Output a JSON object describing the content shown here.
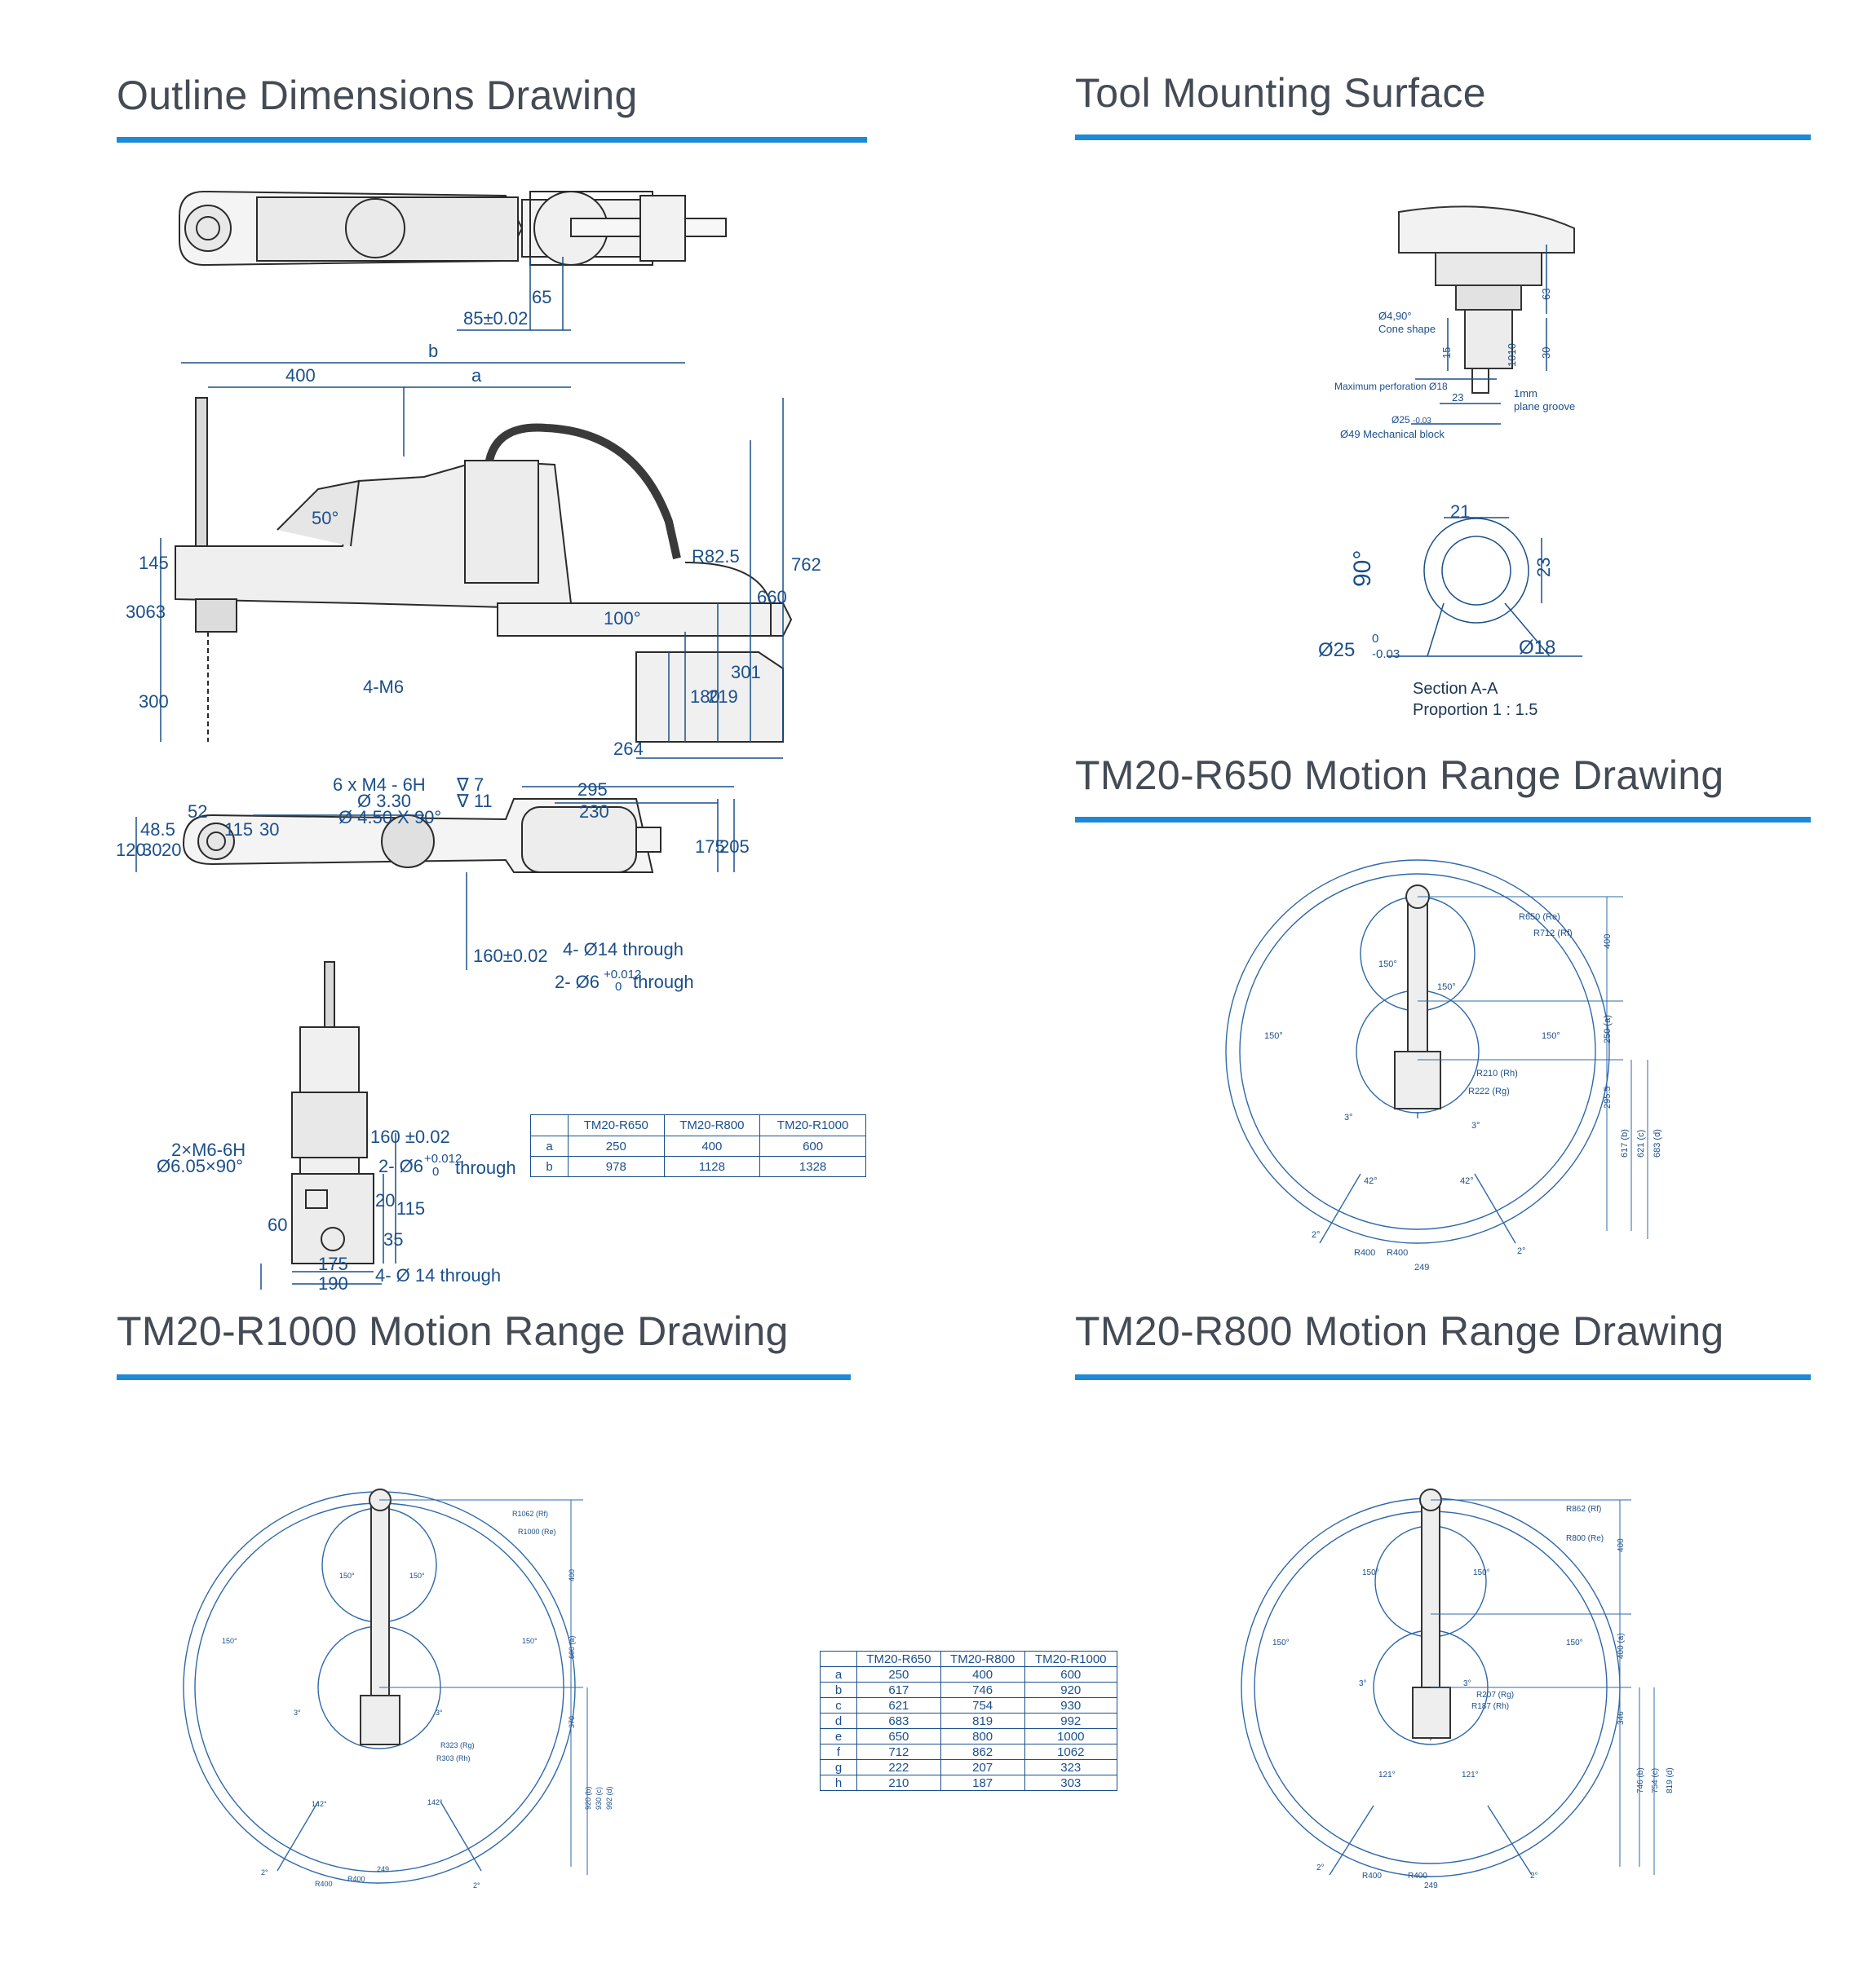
{
  "titles": {
    "outline": "Outline Dimensions Drawing",
    "tool": "Tool Mounting Surface",
    "r650": "TM20-R650  Motion Range Drawing",
    "r1000": "TM20-R1000  Motion Range Drawing",
    "r800": "TM20-R800  Motion Range Drawing"
  },
  "colors": {
    "accent": "#1c8ad6",
    "drawing": "#1b4f8a",
    "body": "#555555"
  },
  "outline": {
    "top_dims": [
      "65",
      "85±0.02"
    ],
    "side_dims": [
      "b",
      "400",
      "a",
      "762",
      "660",
      "R82.5",
      "100°",
      "50°",
      "145",
      "3063",
      "300",
      "4-M6",
      "180",
      "219",
      "301",
      "264"
    ],
    "plan_dims": [
      "6 x  M4 - 6H",
      "∇ 7",
      "Ø 3.30",
      "∇ 11",
      "Ø 4.50 X 90°",
      "295",
      "230",
      "52",
      "48.5",
      "115",
      "30",
      "120",
      "30",
      "20",
      "175",
      "205",
      "160±0.02",
      "4- Ø14 through",
      "2- Ø6",
      "+0.012",
      "0",
      "through"
    ],
    "front_dims": [
      "2×M6-6H",
      "Ø6.05×90°",
      "160 ±0.02",
      "2- Ø6",
      "+0.012",
      "0",
      "through",
      "60",
      "20",
      "35",
      "115",
      "175",
      "190",
      "4- Ø 14 through"
    ]
  },
  "tool": {
    "labels": [
      "Ø4,90°",
      "Cone shape",
      "Maximum perforation Ø18",
      "Ø25",
      "-0.03",
      "Ø49 Mechanical block",
      "1mm",
      "plane groove",
      "63",
      "30",
      "15",
      "1010",
      "23"
    ],
    "section_dims": [
      "21",
      "23",
      "90°",
      "Ø25",
      "0",
      "-0.03",
      "Ø18"
    ],
    "section_caption": "Section A-A",
    "proportion": "Proportion 1 : 1.5"
  },
  "table_small": {
    "headers": [
      "",
      "TM20-R650",
      "TM20-R800",
      "TM20-R1000"
    ],
    "rows": [
      [
        "a",
        "250",
        "400",
        "600"
      ],
      [
        "b",
        "978",
        "1128",
        "1328"
      ]
    ]
  },
  "table_big": {
    "headers": [
      "",
      "TM20-R650",
      "TM20-R800",
      "TM20-R1000"
    ],
    "rows": [
      [
        "a",
        "250",
        "400",
        "600"
      ],
      [
        "b",
        "617",
        "746",
        "920"
      ],
      [
        "c",
        "621",
        "754",
        "930"
      ],
      [
        "d",
        "683",
        "819",
        "992"
      ],
      [
        "e",
        "650",
        "800",
        "1000"
      ],
      [
        "f",
        "712",
        "862",
        "1062"
      ],
      [
        "g",
        "222",
        "207",
        "323"
      ],
      [
        "h",
        "210",
        "187",
        "303"
      ]
    ]
  },
  "r650": {
    "labels": [
      "R650 (Re)",
      "R712 (Rf)",
      "400",
      "250 (a)",
      "295.5",
      "617 (b)",
      "621 (c)",
      "683 (d)",
      "R210 (Rh)",
      "R222 (Rg)",
      "150°",
      "150°",
      "150°",
      "150°",
      "3°",
      "3°",
      "42°",
      "42°",
      "2°",
      "2°",
      "R400",
      "R400",
      "249"
    ]
  },
  "r1000": {
    "labels": [
      "R1062 (Rf)",
      "R1000 (Re)",
      "400",
      "600 (a)",
      "370",
      "920 (b)",
      "930 (c)",
      "992 (d)",
      "R323 (Rg)",
      "R303 (Rh)",
      "150°",
      "150°",
      "150°",
      "150°",
      "3°",
      "3°",
      "142°",
      "142°",
      "2°",
      "2°",
      "R400",
      "R400",
      "249"
    ]
  },
  "r800": {
    "labels": [
      "R862 (Rf)",
      "R800 (Re)",
      "400",
      "400 (a)",
      "346",
      "746 (b)",
      "754 (c)",
      "819 (d)",
      "R207 (Rg)",
      "R187 (Rh)",
      "150°",
      "150°",
      "150°",
      "150°",
      "3°",
      "3°",
      "121°",
      "121°",
      "2°",
      "2°",
      "R400",
      "R400",
      "249"
    ]
  }
}
